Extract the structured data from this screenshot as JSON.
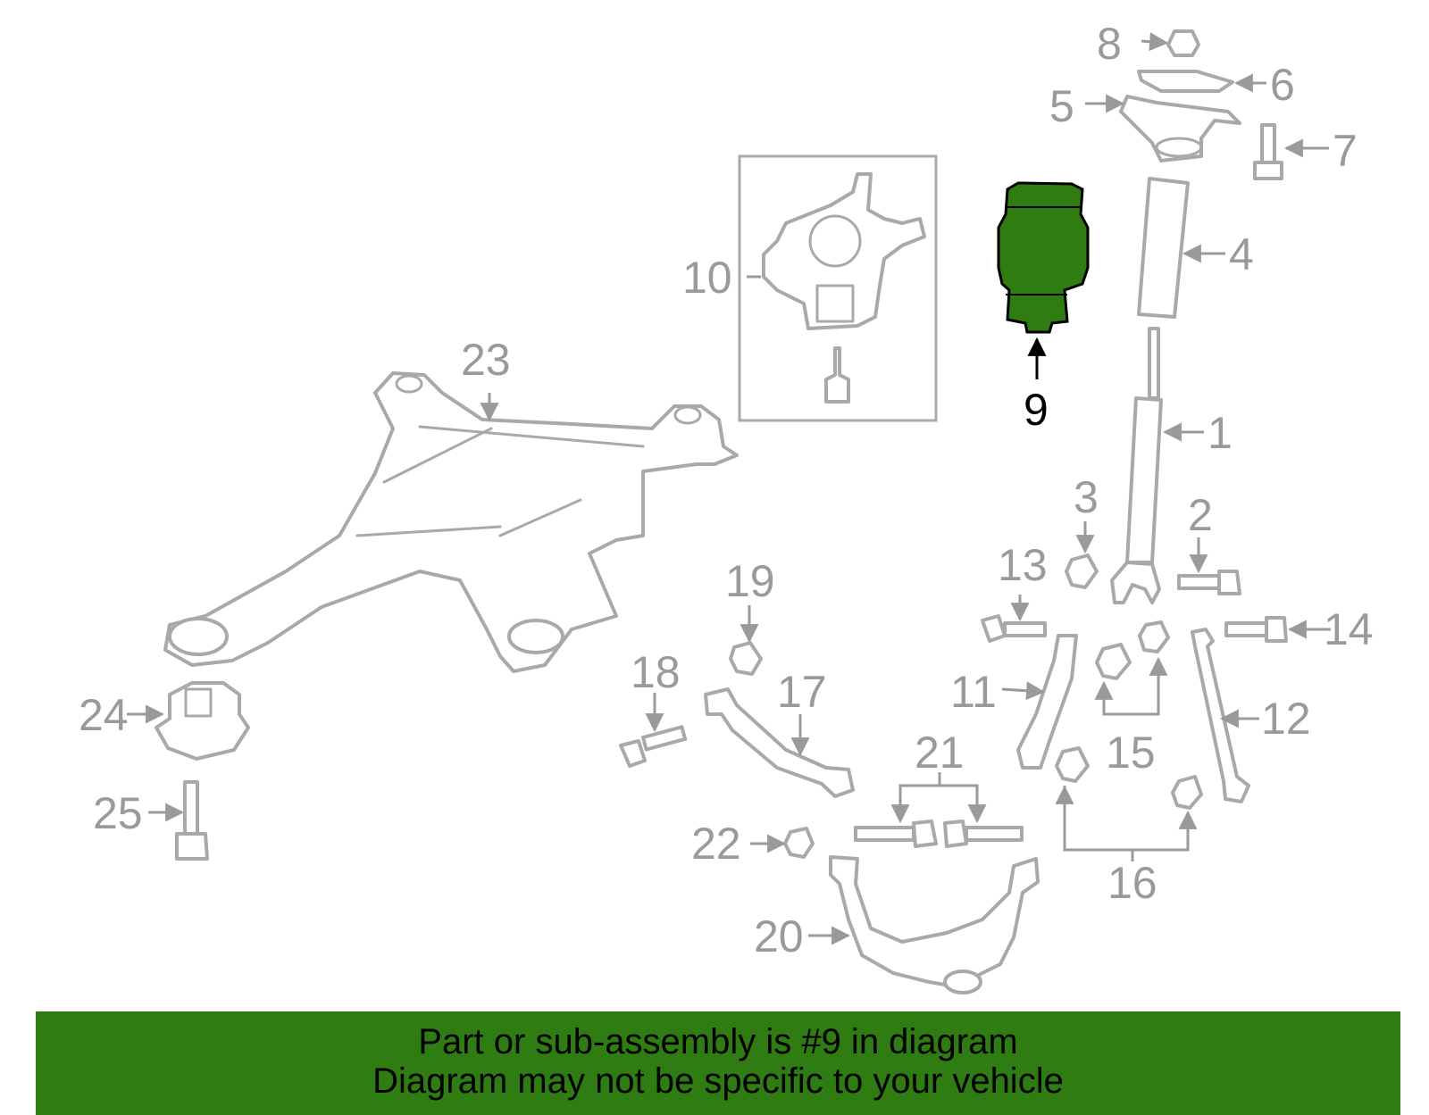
{
  "callouts": {
    "c1": "1",
    "c2": "2",
    "c3": "3",
    "c4": "4",
    "c5": "5",
    "c6": "6",
    "c7": "7",
    "c8": "8",
    "c9": "9",
    "c10": "10",
    "c11": "11",
    "c12": "12",
    "c13": "13",
    "c14": "14",
    "c15": "15",
    "c16": "16",
    "c17": "17",
    "c18": "18",
    "c19": "19",
    "c20": "20",
    "c21": "21",
    "c22": "22",
    "c23": "23",
    "c24": "24",
    "c25": "25"
  },
  "highlighted_part": "9",
  "colors": {
    "highlight": "#2f7d12",
    "line": "#a9a9a9",
    "label": "#9a9a9a"
  },
  "banner": {
    "line1": "Part or sub-assembly is #9 in diagram",
    "line2": "Diagram may not be specific to your vehicle"
  }
}
